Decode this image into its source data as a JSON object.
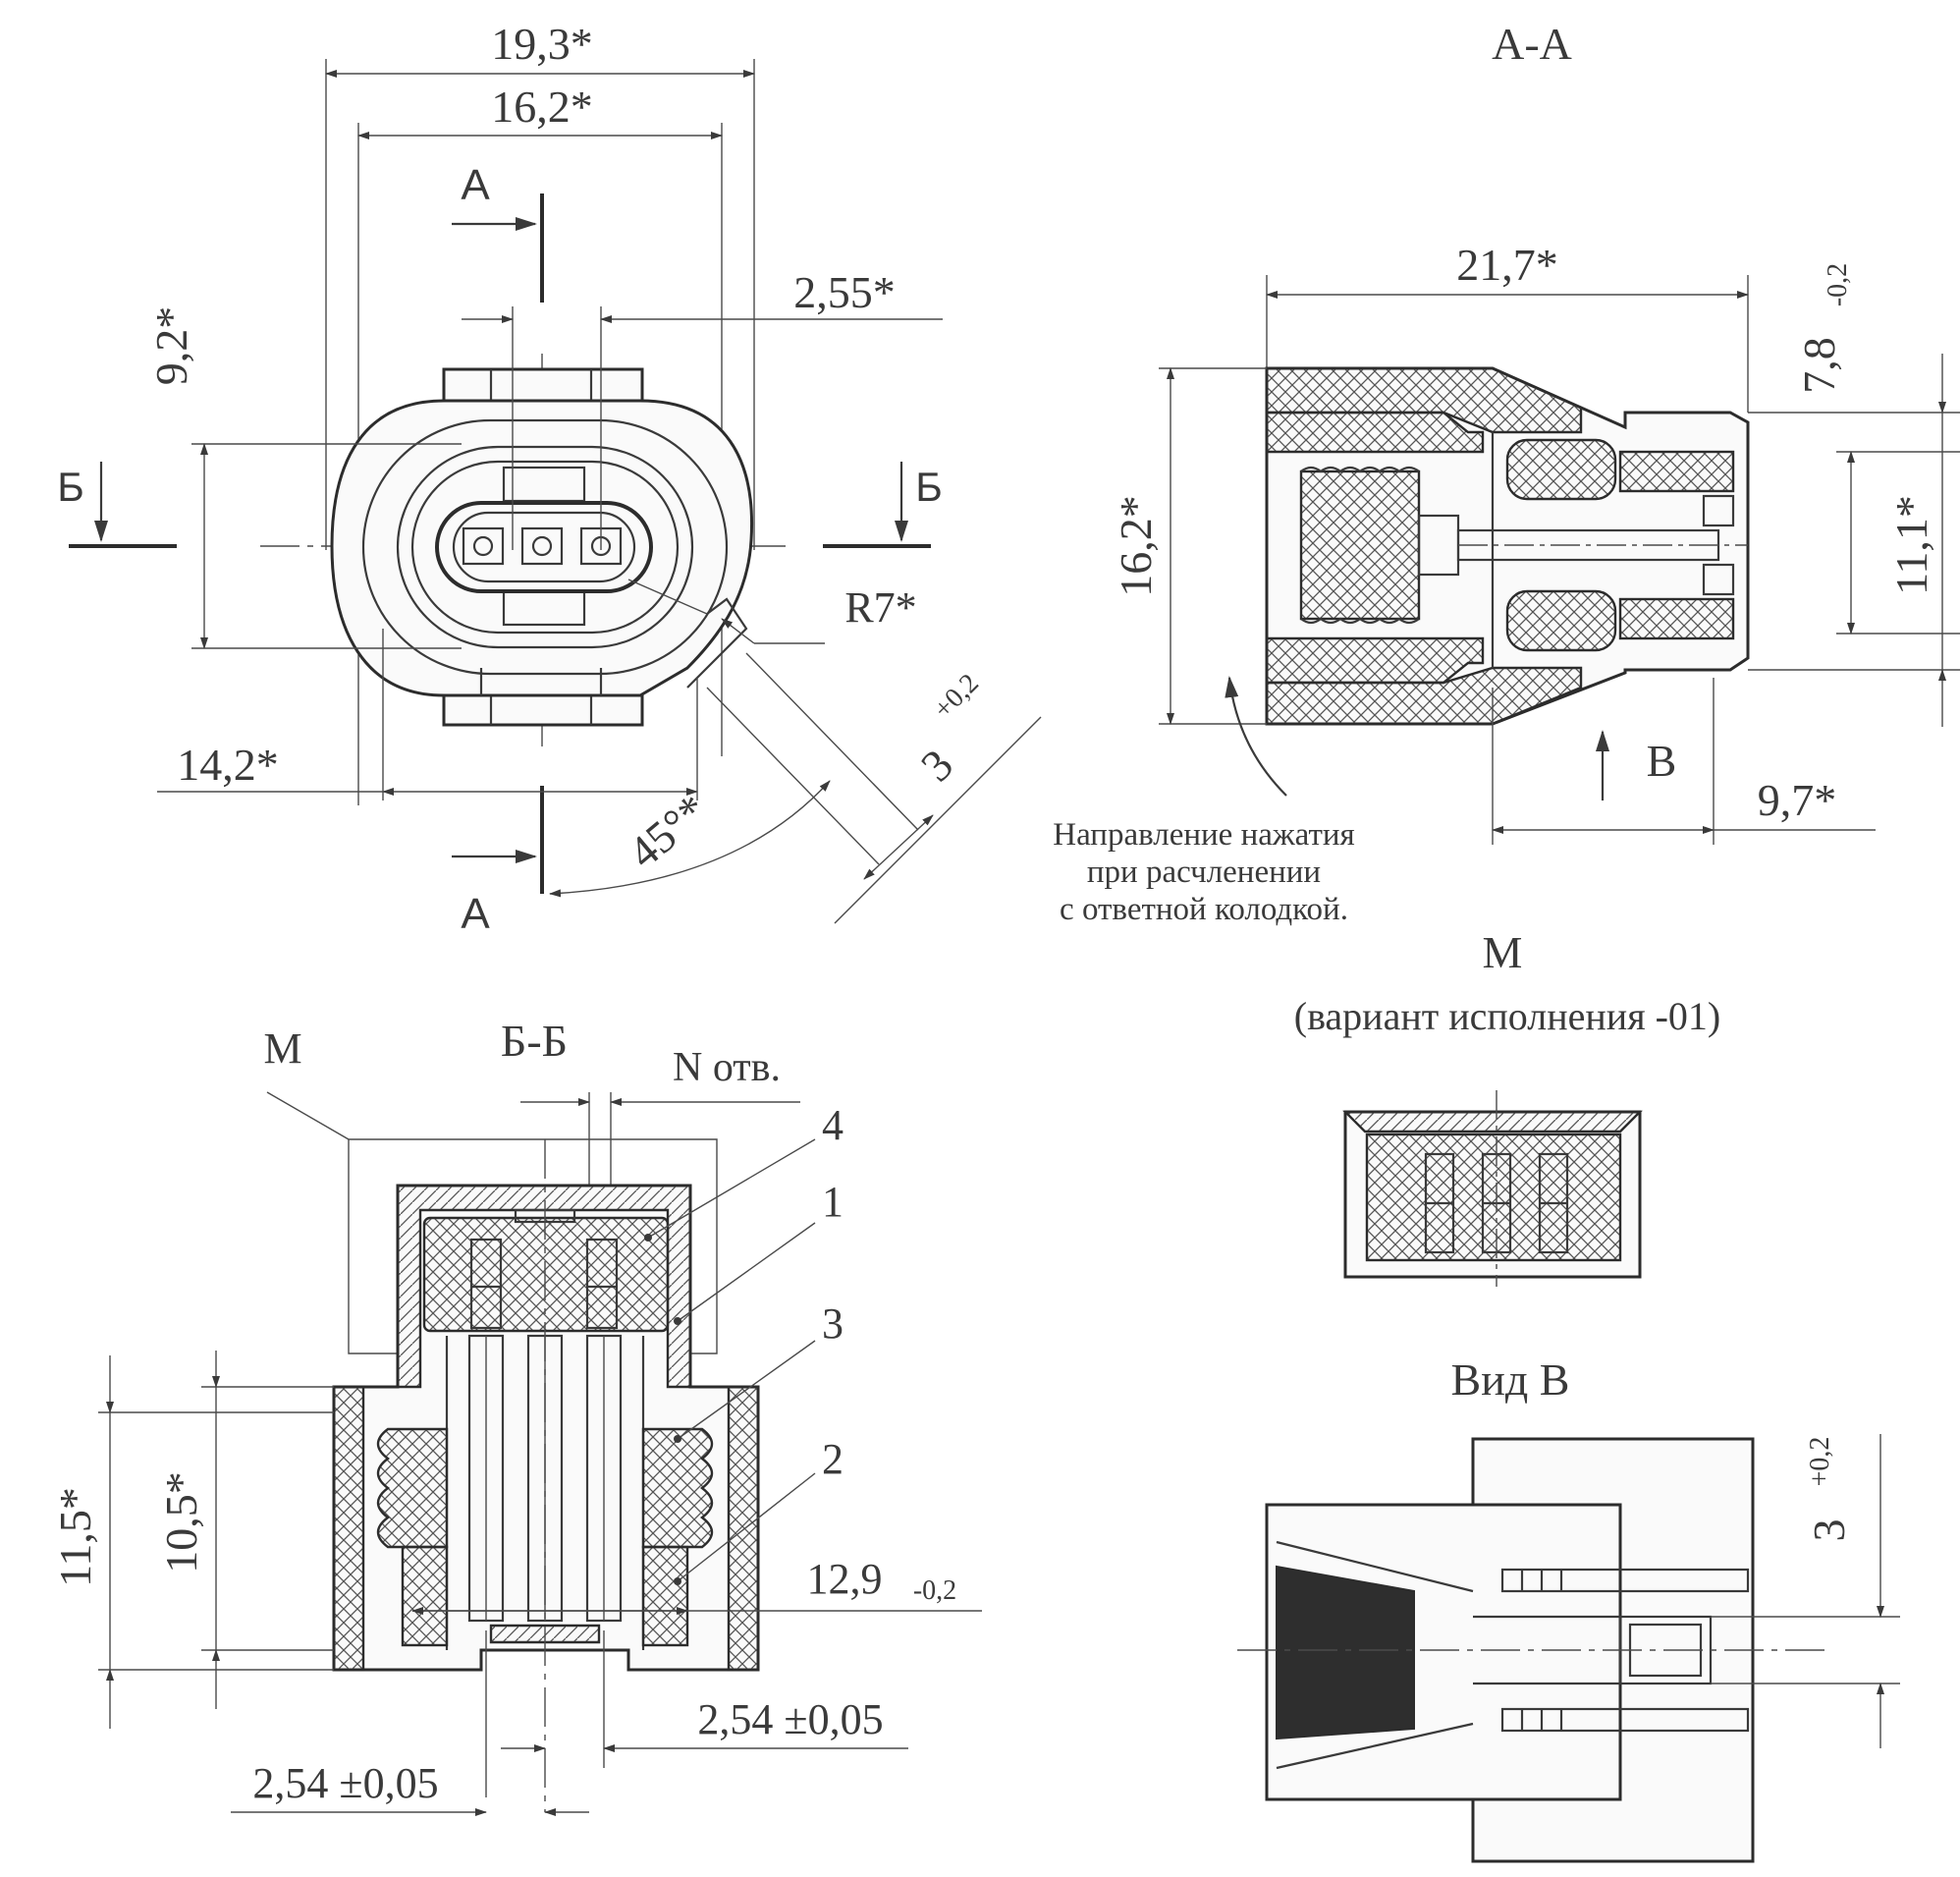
{
  "view_top": {
    "dim_overall_width": "19,3*",
    "dim_inner_width": "16,2*",
    "dim_height": "9,2*",
    "dim_pitch": "2,55*",
    "dim_radius": "R7*",
    "dim_bottom_width": "14,2*",
    "dim_angle": "45°*",
    "dim_slot_value": "3",
    "dim_slot_tol": "+0,2",
    "section_a_top": "А",
    "section_a_bottom": "А",
    "section_b_left": "Б",
    "section_b_right": "Б"
  },
  "section_aa": {
    "title": "А-А",
    "dim_length": "21,7*",
    "dim_height": "16,2*",
    "dim_latch_value": "7,8",
    "dim_latch_tol": "-0,2",
    "dim_inner_height": "11,1*",
    "dim_tail": "9,7*",
    "view_arrow_label": "В",
    "note_lines": [
      "Направление нажатия",
      "при расчленении",
      "с ответной колодкой."
    ]
  },
  "section_bb": {
    "title": "Б-Б",
    "detail_label": "М",
    "holes_label": "N отв.",
    "callouts": [
      "4",
      "1",
      "3",
      "2"
    ],
    "dim_outer_height": "11,5*",
    "dim_inner_height": "10,5*",
    "dim_width_value": "12,9",
    "dim_width_tol": "-0,2",
    "dim_pitch_right": "2,54 ±0,05",
    "dim_pitch_left": "2,54 ±0,05"
  },
  "detail_m": {
    "title": "М",
    "subtitle": "(вариант исполнения -01)"
  },
  "view_v": {
    "title": "Вид В",
    "dim_slot_value": "3",
    "dim_slot_tol": "+0,2"
  }
}
